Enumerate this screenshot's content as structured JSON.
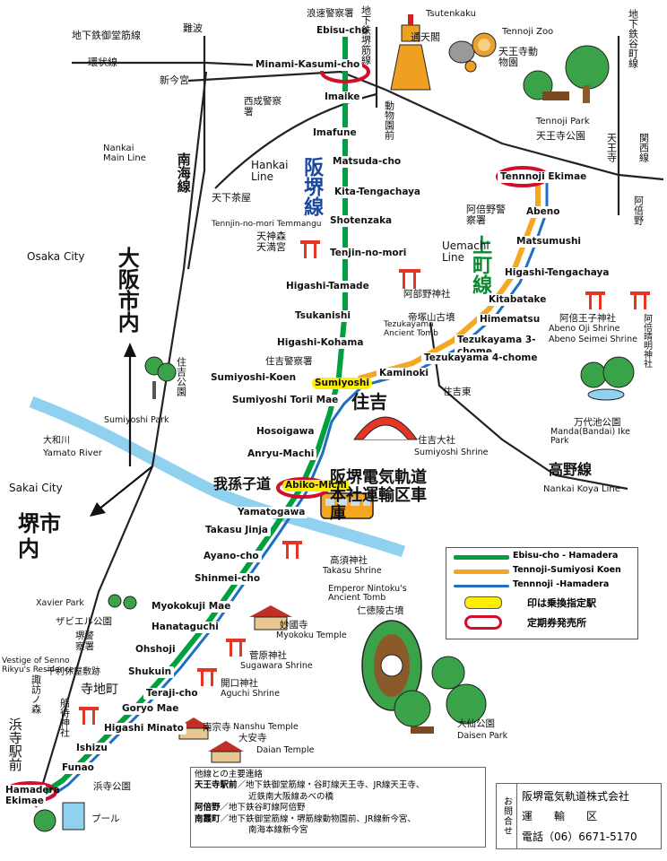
{
  "colors": {
    "main_line": "#00a040",
    "uemachi_line": "#f5a623",
    "hamadera_line": "#1e6fc4",
    "river": "#8fd1ee",
    "pass_station": "#ffee00",
    "ticket_office": "#d0102b"
  },
  "stations": [
    {
      "name": "Ebisu-cho"
    },
    {
      "name": "Minami-Kasumi-cho"
    },
    {
      "name": "Imaike"
    },
    {
      "name": "Imafune"
    },
    {
      "name": "Matsuda-cho"
    },
    {
      "name": "Kita-Tengachaya"
    },
    {
      "name": "Shotenzaka"
    },
    {
      "name": "Tenjin-no-mori"
    },
    {
      "name": "Higashi-Tamade"
    },
    {
      "name": "Tsukanishi"
    },
    {
      "name": "Higashi-Kohama"
    },
    {
      "name": "Sumiyoshi-Koen"
    },
    {
      "name": "Sumiyoshi"
    },
    {
      "name": "Sumiyoshi Torii Mae"
    },
    {
      "name": "Hosoigawa"
    },
    {
      "name": "Anryu-Machi"
    },
    {
      "name": "Abiko-Michi"
    },
    {
      "name": "Yamatogawa"
    },
    {
      "name": "Takasu Jinja"
    },
    {
      "name": "Ayano-cho"
    },
    {
      "name": "Shinmei-cho"
    },
    {
      "name": "Myokokuji Mae"
    },
    {
      "name": "Hanataguchi"
    },
    {
      "name": "Ohshoji"
    },
    {
      "name": "Shukuin"
    },
    {
      "name": "Teraji-cho"
    },
    {
      "name": "Goryo Mae"
    },
    {
      "name": "Higashi Minato"
    },
    {
      "name": "Ishizu"
    },
    {
      "name": "Funao"
    },
    {
      "name": "Hamadera Ekimae"
    },
    {
      "name": "Tennnoji Ekimae"
    },
    {
      "name": "Abeno"
    },
    {
      "name": "Matsumushi"
    },
    {
      "name": "Higashi-Tengachaya"
    },
    {
      "name": "Kitabatake"
    },
    {
      "name": "Himematsu"
    },
    {
      "name": "Tezukayama 3-chome"
    },
    {
      "name": "Tezukayama 4-chome"
    },
    {
      "name": "Kaminoki"
    }
  ],
  "labels": {
    "hankai_line_jp": "阪堺線",
    "hankai_line_en": "Hankai Line",
    "uemachi_line_jp": "上町線",
    "uemachi_line_en": "Uemachi Line",
    "osaka_city_jp": "大阪市内",
    "osaka_city_en": "Osaka City",
    "sakai_city_jp": "堺市内",
    "sakai_city_en": "Sakai City",
    "sumiyoshi_jp": "住吉",
    "abiko_jp": "我孫子道",
    "depot": "阪堺電気軌道本社運輸区車庫",
    "nankai_main_jp": "南海線",
    "nankai_main_en": "Nankai Main Line",
    "koya_jp": "高野線",
    "koya_en": "Nankai Koya Line",
    "yamato_river_jp": "大和川",
    "yamato_river_en": "Yamato River",
    "tsutenkaku_en": "Tsutenkaku",
    "tsutenkaku_jp": "通天閣",
    "zoo_en": "Tennoji Zoo",
    "zoo_jp": "天王寺動物園",
    "park_en": "Tennoji Park",
    "park_jp": "天王寺公園",
    "namba": "難波",
    "shinimamiya": "新今宮",
    "kanjo": "環状線",
    "midosuji": "地下鉄御堂筋線",
    "sakaisuji": "地下鉄堺筋線",
    "naniwa_police": "浪速警察署",
    "nishinari_police": "西成警察署",
    "tengachaya": "天下茶屋",
    "dobutsuen": "動物園前",
    "tanimachi": "地下鉄谷町線",
    "tennoji": "天王寺",
    "kansai": "関西線",
    "abeno_jr": "阿倍野",
    "abeno_police": "阿倍野警察署",
    "tenjin_en": "Tennjin-no-mori Temmangu",
    "tenjin_jp": "天神森天満宮",
    "abeno_shrine": "阿部野神社",
    "abeno_oji_jp": "阿倍王子神社",
    "abeno_oji_en": "Abeno Oji Shrine",
    "abeno_seimei_jp": "阿倍晴明神社",
    "abeno_seimei_en": "Abeno Seimei Shrine",
    "tezukayama_jp": "帝塚山古墳",
    "tezukayama_en": "Tezukayama Ancient Tomb",
    "sumiyoshi_police": "住吉警察署",
    "sumiyoshi_park_jp": "住吉公園",
    "sumiyoshi_park_en": "Sumiyoshi Park",
    "sumiyoshi_taisha_jp": "住吉大社",
    "sumiyoshi_taisha_en": "Sumiyoshi Shrine",
    "sumiyoshi_higashi": "住吉東",
    "manda_jp": "万代池公園",
    "manda_en": "Manda(Bandai) Ike Park",
    "takasu_jp": "高須神社",
    "takasu_en": "Takasu Shrine",
    "nintoku_en": "Emperor Nintoku's Ancient Tomb",
    "nintoku_jp": "仁徳陵古墳",
    "myokokuji_jp": "妙國寺",
    "myokokuji_en": "Myokoku Temple",
    "sugawara_jp": "菅原神社",
    "sugawara_en": "Sugawara Shrine",
    "aguchi_jp": "開口神社",
    "aguchi_en": "Aguchi Shrine",
    "nanshu_jp": "南宗寺",
    "nanshu_en": "Nanshu Temple",
    "daian_jp": "大安寺",
    "daian_en": "Daian Temple",
    "daisen_jp": "大仙公園",
    "daisen_en": "Daisen Park",
    "xavier_en": "Xavier Park",
    "xavier_jp": "ザビエル公園",
    "sakai_police": "堺警察署",
    "senno_en": "Vestige of Senno Rikyu's Residence",
    "senno_jp": "千利休屋敷跡",
    "terajimachi": "寺地町",
    "suwanomori": "諏訪ノ森",
    "funao_shrine": "船待神社",
    "hamadera_jr": "浜寺駅前",
    "hamadera_park": "浜寺公園",
    "pool": "プール"
  },
  "legend": {
    "items": [
      {
        "label": "Ebisu-cho - Hamadera",
        "color": "#00a040"
      },
      {
        "label": "Tennoji-Sumiyosi Koen",
        "color": "#f5a623"
      },
      {
        "label": "Tennnoji -Hamadera",
        "color": "#1e6fc4"
      }
    ],
    "pass_label": "印は乗換指定駅",
    "ticket_label": "定期券発売所"
  },
  "transfers": {
    "title": "他線との主要連絡",
    "lines": [
      {
        "station": "天王寺駅前",
        "text": "／地下鉄御堂筋線・谷町線天王寺、JR線天王寺、"
      },
      {
        "station": "",
        "text": "近鉄南大阪線あべの橋"
      },
      {
        "station": "阿倍野",
        "text": "／地下鉄谷町線阿倍野"
      },
      {
        "station": "南霞町",
        "text": "／地下鉄御堂筋線・堺筋線動物園前、JR線新今宮、"
      },
      {
        "station": "",
        "text": "南海本線新今宮"
      }
    ]
  },
  "contact": {
    "tag": "お問合せ",
    "company": "阪堺電気軌道株式会社",
    "dept": "運　　輸　　区",
    "phone": "電話（06）6671-5170"
  }
}
